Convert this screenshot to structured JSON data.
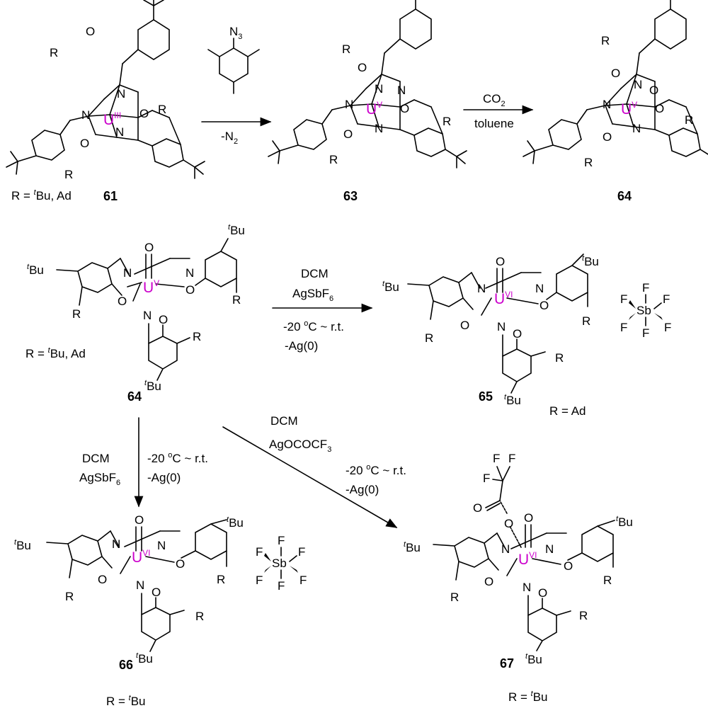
{
  "compounds": {
    "c61": {
      "number": "61",
      "metal": "U",
      "oxidation": "III",
      "r_caption": "R = ",
      "r_caption_rest": "Bu, Ad"
    },
    "c63": {
      "number": "63",
      "metal": "U",
      "oxidation": "V"
    },
    "c64a": {
      "number": "64",
      "metal": "U",
      "oxidation": "V"
    },
    "c64b": {
      "number": "64",
      "metal": "U",
      "oxidation": "V",
      "r_caption": "R = ",
      "r_caption_rest": "Bu, Ad"
    },
    "c65": {
      "number": "65",
      "metal": "U",
      "oxidation": "VI",
      "r_caption": "R = Ad"
    },
    "c66": {
      "number": "66",
      "metal": "U",
      "oxidation": "VI",
      "r_caption": "R = "
    },
    "c67": {
      "number": "67",
      "metal": "U",
      "oxidation": "VI",
      "r_caption": "R = "
    }
  },
  "atoms": {
    "R": "R",
    "O": "O",
    "N": "N",
    "tBu_t": "t",
    "tBu_rest": "Bu",
    "F": "F",
    "Sb": "Sb",
    "N3": "N",
    "N3_sub": "3",
    "C": "C"
  },
  "arrows": {
    "a1": {
      "above": "",
      "below": "-N",
      "below_sub": "2"
    },
    "a2": {
      "above": "CO",
      "above_sub": "2",
      "below": "toluene"
    },
    "a3": {
      "line1": "DCM",
      "line2": "AgSbF",
      "line2_sub": "6",
      "line3_pre": "-20 ",
      "line3_sup": "o",
      "line3_post": "C ~ r.t.",
      "line4": "-Ag(0)"
    },
    "a4": {
      "line1": "DCM",
      "line2": "AgSbF",
      "line2_sub": "6",
      "line3_pre": "-20 ",
      "line3_sup": "o",
      "line3_post": "C ~ r.t.",
      "line4": "-Ag(0)"
    },
    "a5": {
      "line1": "DCM",
      "line2": "AgOCOCF",
      "line2_sub": "3",
      "line3_pre": "-20 ",
      "line3_sup": "o",
      "line3_post": "C ~ r.t.",
      "line4": "-Ag(0)"
    }
  },
  "colors": {
    "metal": "#cc00cc",
    "ink": "#000000"
  }
}
